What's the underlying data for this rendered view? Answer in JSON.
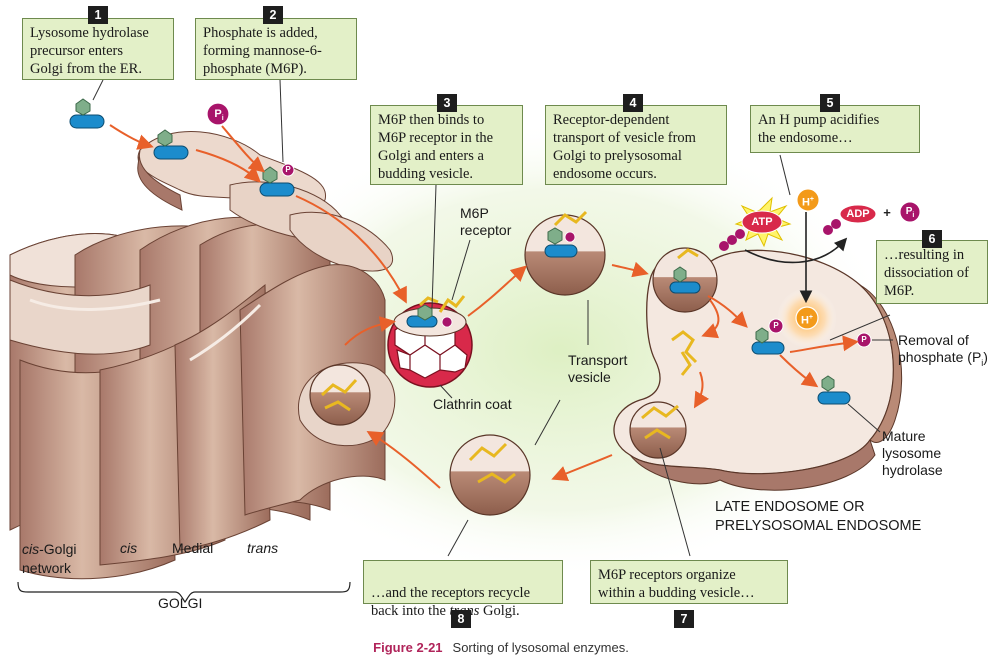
{
  "callouts": [
    {
      "number": "1",
      "text": "Lysosome hydrolase\nprecursor enters\nGolgi from the ER."
    },
    {
      "number": "2",
      "text": "Phosphate is added,\nforming mannose-6-\nphosphate (M6P)."
    },
    {
      "number": "3",
      "text": "M6P then binds to\nM6P receptor in the\nGolgi and enters a\nbudding vesicle."
    },
    {
      "number": "4",
      "text": "Receptor-dependent\ntransport of vesicle from\nGolgi to prelysosomal\nendosome occurs."
    },
    {
      "number": "5",
      "text": "An H pump acidifies\nthe endosome…"
    },
    {
      "number": "6",
      "text": "…resulting in\ndissociation of\nM6P."
    },
    {
      "number": "7",
      "text": "M6P receptors organize\nwithin a budding vesicle…"
    },
    {
      "number": "8",
      "text_before": "…and the receptors recycle\nback into the ",
      "text_italic": "trans",
      "text_after": " Golgi."
    }
  ],
  "labels": {
    "m6p_receptor": "M6P\nreceptor",
    "clathrin_coat": "Clathrin coat",
    "transport_vesicle": "Transport\nvesicle",
    "removal_of_phosphate": "Removal of\nphosphate (P",
    "removal_sub": "i",
    "removal_close": ")",
    "mature_hydrolase": "Mature\nlysosome\nhydrolase",
    "late_endosome": "LATE ENDOSOME OR\nPRELYSOSOMAL ENDOSOME",
    "cis_golgi": "cis",
    "cis_golgi_rest": "-Golgi",
    "network": "network",
    "cis": "cis",
    "medial": "Medial",
    "trans": "trans",
    "golgi": "GOLGI"
  },
  "chemicals": {
    "pi_letter": "P",
    "pi_sub": "i",
    "p_symbol": "P",
    "h_plus": "H",
    "plus_sign": "+",
    "atp": "ATP",
    "adp": "ADP",
    "plus": "+"
  },
  "caption": {
    "figure": "Figure 2-21",
    "text": "Sorting of lysosomal enzymes."
  },
  "colors": {
    "callout_fill": "#e3f0c8",
    "golgi_tan": "#d8b8a6",
    "golgi_dark": "#8a5a48",
    "arrow_orange": "#e8602a",
    "enzyme_blue": "#1c8ccc",
    "sugar_green": "#7fae8a",
    "receptor_yellow": "#f0c020",
    "phosphate_magenta": "#a8146a",
    "clathrin_red": "#d8294a",
    "glow_green": "#e6f2cf"
  }
}
